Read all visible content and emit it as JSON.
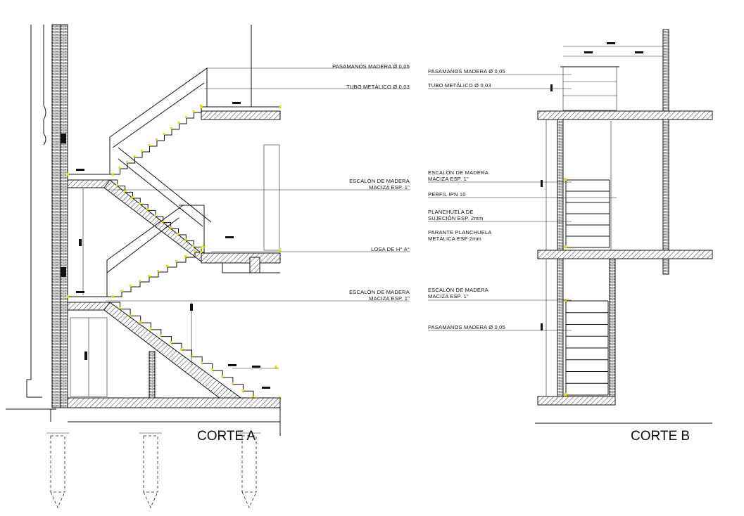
{
  "section_a": {
    "title": "CORTE A",
    "labels": [
      "PASAMANOS MADERA Ø 0,05",
      "TUBO METÁLICO Ø 0,03",
      "ESCALÓN DE MADERA",
      "MACIZA ESP. 1\"",
      "LOSA DE H° A°",
      "ESCALÓN DE MADERA",
      "MACIZA ESP. 1\""
    ]
  },
  "section_b": {
    "title": "CORTE B",
    "labels": [
      "PASAMANOS MADERA Ø 0,05",
      "TUBO METÁLICO Ø 0,03",
      "ESCALÓN DE MADERA",
      "MACIZA ESP. 1\"",
      "PERFIL IPN 10",
      "PLANCHUELA DE",
      "SUJECIÓN ESP. 2mm",
      "PARANTE PLANCHUELA",
      "METÁLICA ESP 2mm",
      "ESCALÓN DE MADERA",
      "MACIZA ESP. 1\"",
      "PASAMANOS MADERA Ø 0,05"
    ]
  },
  "colors": {
    "line": "#111111",
    "marker": "#e8e000"
  }
}
